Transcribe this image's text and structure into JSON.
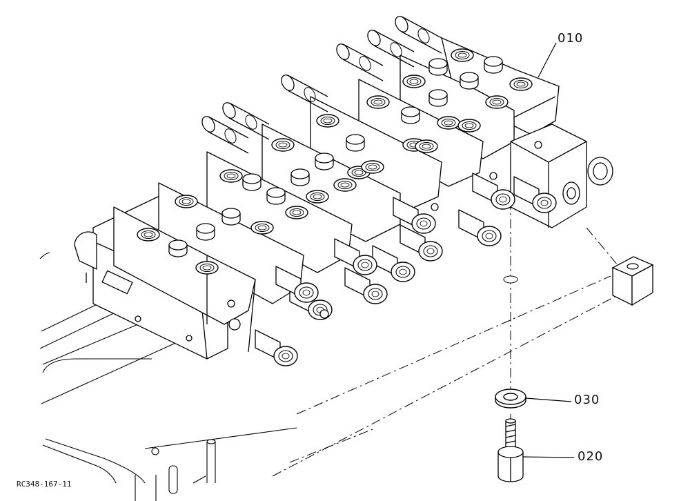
{
  "figure": {
    "reference_code": "RC348-167-11",
    "callouts": [
      {
        "id": "010",
        "label": "010",
        "part": "control-valve-assembly"
      },
      {
        "id": "030",
        "label": "030",
        "part": "washer"
      },
      {
        "id": "020",
        "label": "020",
        "part": "bolt"
      }
    ]
  }
}
